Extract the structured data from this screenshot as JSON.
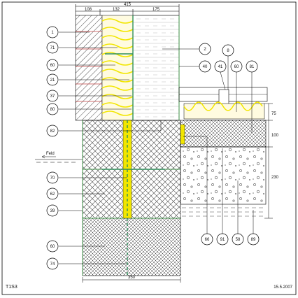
{
  "drawing": {
    "sheet_id": "T1S3",
    "date": "15.5.2007",
    "dimensions": {
      "top_total": "415",
      "top_segments": [
        "108",
        "132",
        "175"
      ],
      "right": [
        "75",
        "100",
        "230"
      ],
      "bottom": "350"
    },
    "field_label": "Feld",
    "callouts_left": [
      "1",
      "71",
      "60",
      "21",
      "37",
      "80",
      "82",
      "70",
      "62",
      "39",
      "60",
      "74"
    ],
    "callouts_right_upper": [
      "2",
      "40"
    ],
    "callouts_top_right": [
      "8",
      "41",
      "60",
      "81"
    ],
    "callouts_bottom_right": [
      "66",
      "91",
      "58",
      "89"
    ]
  },
  "colors": {
    "insulation_yellow": "#f2e600",
    "rebar_green": "#2f8f5b",
    "frame_green": "#3c8f46",
    "masonry_red": "#c04040",
    "line": "#000000"
  }
}
